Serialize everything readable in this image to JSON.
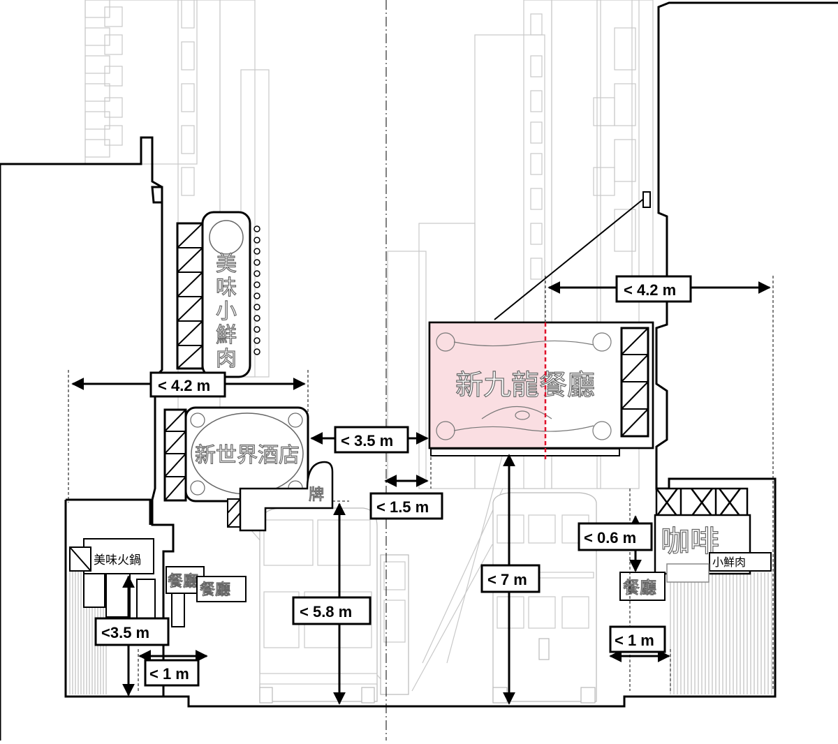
{
  "diagram": {
    "signs": {
      "vertical_sign": "美味小鮮肉",
      "hotel_sign": "新世界酒店",
      "restaurant_sign": "新九龍餐廳",
      "hotpot_sign": "美味火鍋",
      "small_sign_1": "餐廳",
      "small_sign_2": "餐廳",
      "coffee_sign": "咖啡",
      "coffee_sub_sign": "小鮮肉",
      "right_small_sign": "餐廳",
      "bus_sign": "牌"
    },
    "dimensions": {
      "left_projection": "< 4.2 m",
      "right_projection": "< 4.2 m",
      "gap_between_signs": "< 3.5 m",
      "gap_lower": "< 1.5 m",
      "clearance_left": "< 5.8 m",
      "clearance_right": "< 7 m",
      "small_clearance_left": "<3.5 m",
      "small_projection_left": "< 1 m",
      "small_clearance_right": "< 0.6 m",
      "small_projection_right": "< 1 m"
    },
    "colors": {
      "highlight_fill": "#f9dadf",
      "highlight_line": "#e0102a"
    }
  }
}
